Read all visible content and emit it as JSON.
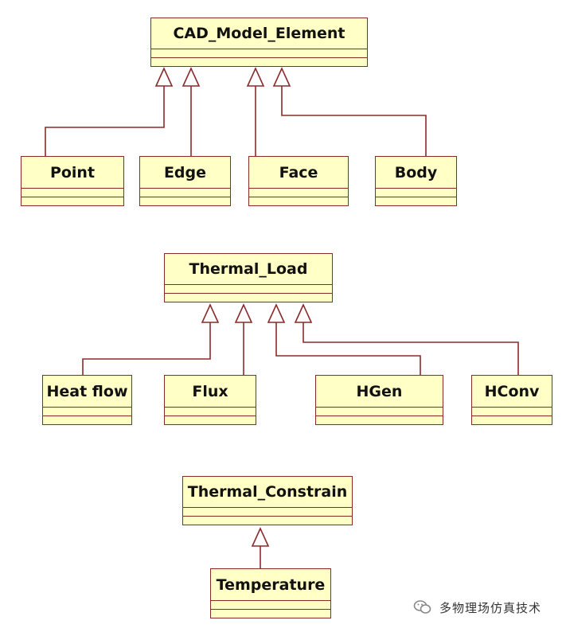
{
  "diagram": {
    "groups": [
      {
        "parent": "CAD_Model_Element",
        "children": [
          "Point",
          "Edge",
          "Face",
          "Body"
        ]
      },
      {
        "parent": "Thermal_Load",
        "children": [
          "Heat flow",
          "Flux",
          "HGen",
          "HConv"
        ]
      },
      {
        "parent": "Thermal_Constrain",
        "children": [
          "Temperature"
        ]
      }
    ],
    "colors": {
      "box_fill": "#ffffc6",
      "box_border": "#8a2b2b",
      "connector": "#8a2b2b"
    }
  },
  "watermark": {
    "icon": "wechat-icon",
    "text": "多物理场仿真技术"
  }
}
